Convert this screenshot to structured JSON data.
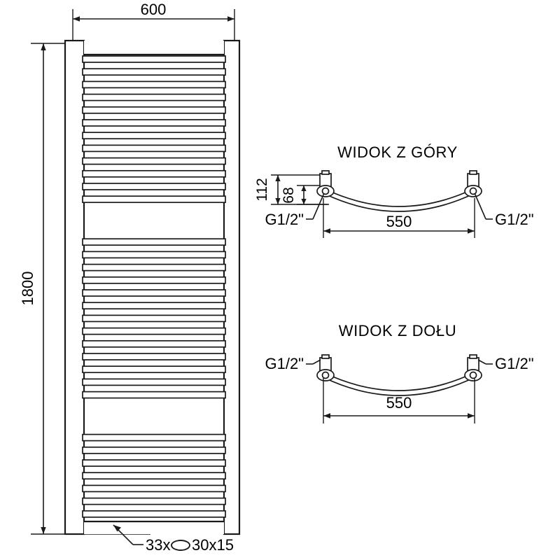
{
  "drawing": {
    "title": "Towel radiator technical drawing",
    "line_color": "#1a1a1a",
    "fill_color": "#ffffff",
    "background": "#ffffff"
  },
  "front_view": {
    "name": "front-view",
    "width_dim": "600",
    "height_dim": "1800",
    "rung_note": {
      "count_prefix": "33x",
      "shape_icon": "oval-profile-icon",
      "profile": "30x15",
      "full": "33x ⬭ 30x15"
    }
  },
  "top_view": {
    "title": "WIDOK Z GÓRY",
    "depth_total": "112",
    "depth_inner": "68",
    "center_distance": "550",
    "connection_left": "G1/2\"",
    "connection_right": "G1/2\""
  },
  "bottom_view": {
    "title": "WIDOK Z DOŁU",
    "center_distance": "550",
    "connection_left": "G1/2\"",
    "connection_right": "G1/2\""
  }
}
